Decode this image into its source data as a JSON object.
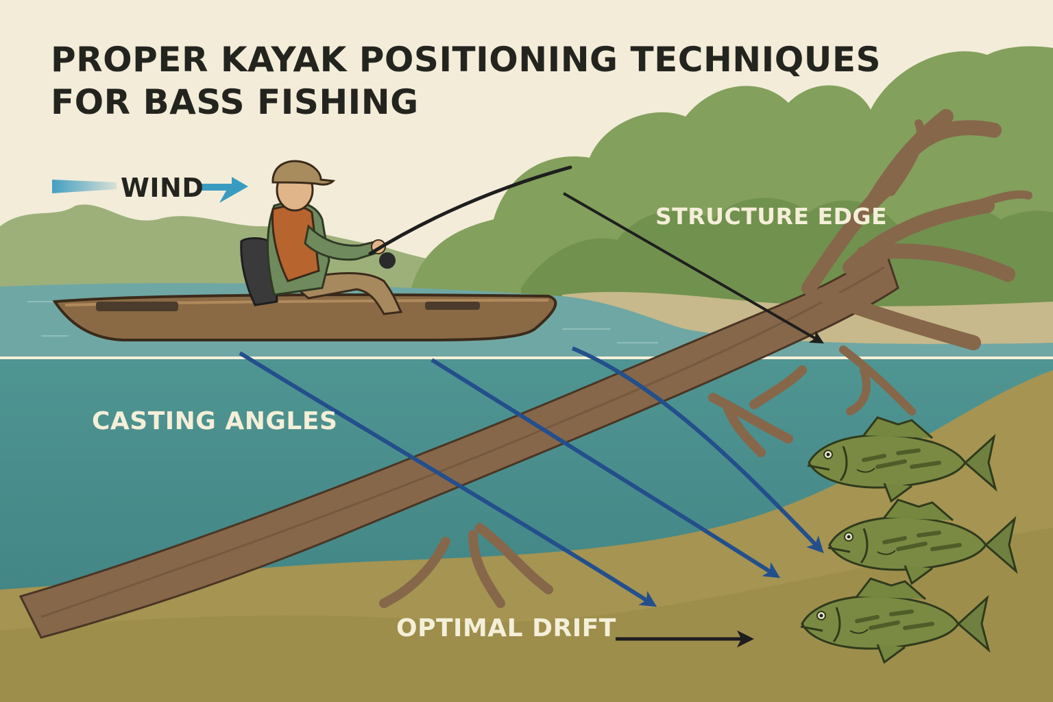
{
  "title": {
    "line1": "PROPER KAYAK POSITIONING TECHNIQUES",
    "line2": "FOR BASS FISHING"
  },
  "labels": {
    "wind": "WIND",
    "structure_edge": "STRUCTURE EDGE",
    "casting_angles": "CASTING ANGLES",
    "optimal_drift": "OPTIMAL DRIFT"
  },
  "colors": {
    "sky": "#f3ecd9",
    "surface_water": "#6fa7a4",
    "underwater": "#4a8f8b",
    "bank": "#a59452",
    "trees": "#7f9a58",
    "log": "#86674a",
    "kayak": "#8a6a45",
    "angler_shirt": "#6f8a5c",
    "life_vest": "#b8642e",
    "fish": "#7a8a42",
    "casting_arrows": "#234f8c",
    "wind_arrow": "#3a9bc0",
    "pointer_arrows": "#1e1e1e"
  },
  "icons": {
    "wind_arrow": "right-arrow-icon",
    "fish": "bass-fish-icon"
  }
}
